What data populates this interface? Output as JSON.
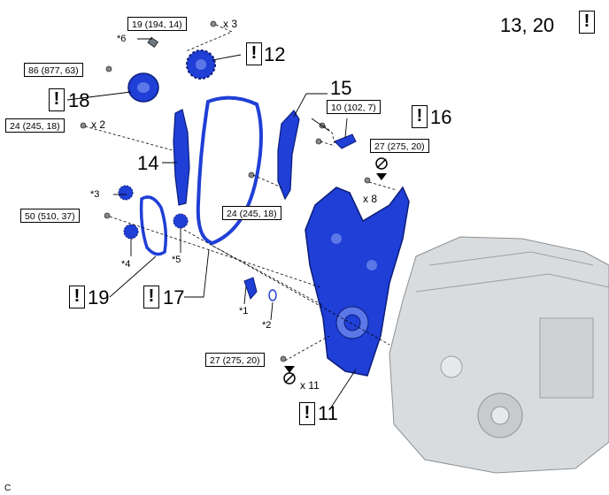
{
  "torque_specs": [
    {
      "id": "t1",
      "text": "19 (194, 14)",
      "qty": "x 3"
    },
    {
      "id": "t2",
      "text": "86 (877, 63)",
      "qty": ""
    },
    {
      "id": "t3",
      "text": "24 (245, 18)",
      "qty": "x 2"
    },
    {
      "id": "t4",
      "text": "10 (102, 7)",
      "qty": ""
    },
    {
      "id": "t5",
      "text": "27 (275, 20)",
      "qty": "x 8"
    },
    {
      "id": "t6",
      "text": "24 (245, 18)",
      "qty": ""
    },
    {
      "id": "t7",
      "text": "50 (510, 37)",
      "qty": ""
    },
    {
      "id": "t8",
      "text": "27 (275, 20)",
      "qty": "x 11"
    }
  ],
  "callouts": [
    "12",
    "18",
    "15",
    "16",
    "14",
    "19",
    "17",
    "11"
  ],
  "header_callout": "13, 20",
  "warning_symbol": "!",
  "part_marks": [
    "*1",
    "*2",
    "*3",
    "*4",
    "*5",
    "*6"
  ],
  "corner_label": "C",
  "colors": {
    "part_blue": "#1f3fd6",
    "engine_gray": "#d9dcdf",
    "line": "#000000"
  }
}
